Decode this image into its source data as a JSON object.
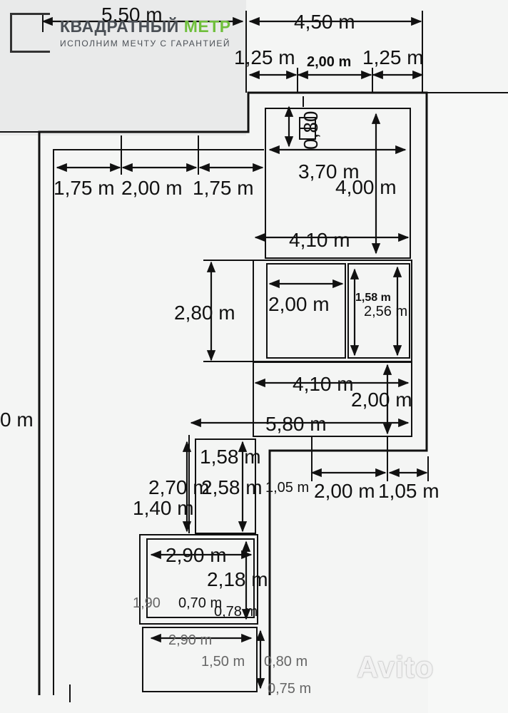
{
  "logo": {
    "title_main": "КВАДРАТНЫЙ ",
    "title_accent": "МЕТР",
    "subtitle": "ИСПОЛНИМ МЕЧТУ С ГАРАНТИЕЙ"
  },
  "watermark": "Avito",
  "dimensions": {
    "top_left_width": "5,50 m",
    "top_right_width": "4,50 m",
    "top_seg_left": "1,25 m",
    "top_seg_mid": "2,00 m",
    "top_seg_right": "1,25 m",
    "small_height": "0,80",
    "left_seg_1": "1,75 m",
    "left_seg_2": "2,00 m",
    "left_seg_3": "1,75 m",
    "room1_width": "3,70 m",
    "room1_height": "4,00 m",
    "room2_width": "4,10 m",
    "block_height": "2,80 m",
    "box1_width": "2,00 m",
    "box2_width": "1,58 m",
    "box2_height": "2,56 m",
    "room3_width": "4,10 m",
    "room3_height": "2,00 m",
    "total_width": "5,80 m",
    "left_edge": "0 m",
    "corr_width": "1,58 m",
    "corr_height_left": "2,70 m",
    "corr_height": "2,58 m",
    "gap_left": "1,05 m",
    "gap_mid": "2,00 m",
    "gap_right": "1,05 m",
    "corr_lower": "1,40 m",
    "bath_width": "2,90 m",
    "bath_height": "2,18 m",
    "bath_a": "1,90",
    "bath_b": "0,70 m",
    "bath_c": "0,78 m",
    "toilet_width": "2,90 m",
    "toilet_a": "1,50 m",
    "toilet_b": "0,80 m",
    "toilet_c": "0,75 m"
  }
}
